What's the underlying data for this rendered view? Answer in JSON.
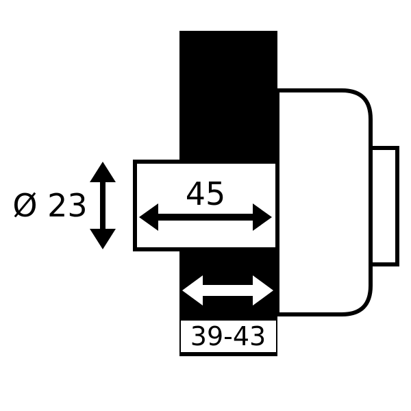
{
  "diagram": {
    "type": "technical-dimension-drawing",
    "subject": "door-knob-cross-section",
    "labels": {
      "spindle_length": "45",
      "spindle_diameter": "Ø 23",
      "door_thickness_range": "39-43"
    },
    "colors": {
      "ink": "#000000",
      "paper": "#ffffff"
    }
  }
}
